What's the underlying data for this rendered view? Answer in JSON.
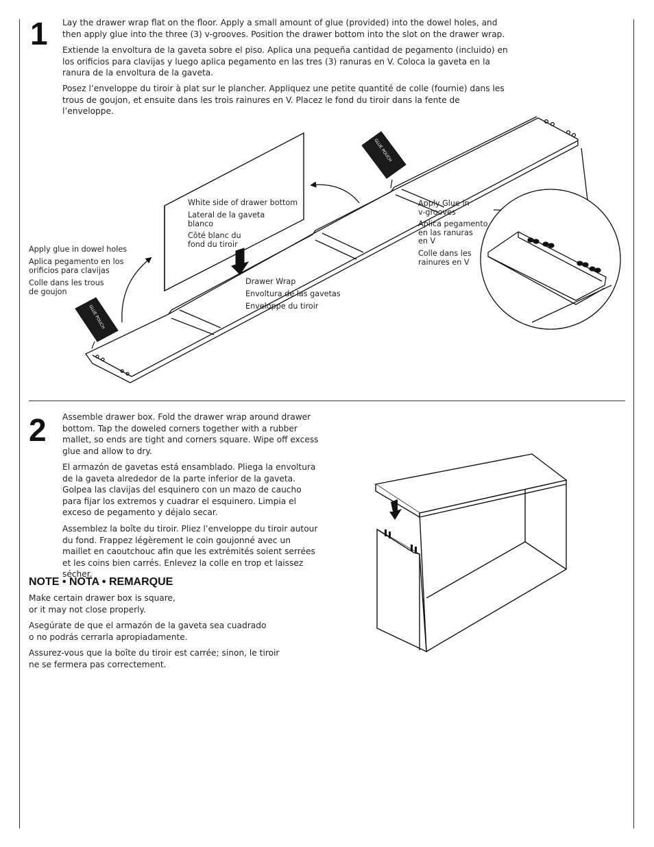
{
  "step1": {
    "number": "1",
    "text_en": "Lay the drawer wrap flat on the floor. Apply a small amount of glue (provided) into the dowel holes, and then apply glue into the three (3) v-grooves. Position the drawer bottom into the slot on the drawer wrap.",
    "text_es": "Extiende la envoltura de la gaveta sobre el piso. Aplica una pequeña cantidad de pegamento (incluido) en los orificios para clavijas y luego aplica pegamento en las tres (3) ranuras en V. Coloca la gaveta en la ranura de la envoltura de la gaveta.",
    "text_fr": "Posez l’enveloppe du tiroir à plat sur le plancher. Appliquez une petite quantité de colle (fournie) dans les trous de goujon, et ensuite dans les trois rainures en V. Placez le fond du tiroir dans la fente de l’enveloppe.",
    "labels": {
      "white_side_en": "White side of drawer bottom",
      "white_side_es": "Lateral de la gaveta\nblanco",
      "white_side_fr": "Côté blanc du\nfond du tiroir",
      "dowel_en": "Apply glue in dowel holes",
      "dowel_es": "Aplica pegamento en los\norificios para clavijas",
      "dowel_fr": "Colle dans les trous\nde goujon",
      "wrap_en": "Drawer Wrap",
      "wrap_es": "Envoltura de las gavetas",
      "wrap_fr": "Enveloppe du tiroir",
      "vgroove_en": "Apply Glue in\nv-grooves",
      "vgroove_es": "Aplica pegamento\nen las ranuras\nen V",
      "vgroove_fr": "Colle dans les\nrainures en V",
      "glue_pouch": "GLUE POUCH"
    }
  },
  "step2": {
    "number": "2",
    "text_en": "Assemble drawer box. Fold the drawer wrap around drawer bottom. Tap the doweled corners together with a rubber mallet, so ends are tight and corners square. Wipe off excess glue and allow to dry.",
    "text_es": "El armazón de gavetas está ensamblado. Pliega la envoltura de la gaveta alrededor de la parte inferior de la gaveta. Golpea las clavijas del esquinero con un mazo de caucho para fijar los extremos y cuadrar el esquinero. Limpia el exceso de pegamento y déjalo secar.",
    "text_fr": "Assemblez la boîte du tiroir. Pliez l’enveloppe du tiroir autour du fond. Frappez légèrement le coin goujonné avec un maillet en caoutchouc afin que les extrémités soient serrées et les coins bien carrés. Enlevez la colle en trop et laissez sécher."
  },
  "note": {
    "title": "NOTE • NOTA • REMARQUE",
    "en": "Make certain drawer box is square,\nor it may not close properly.",
    "es": "Asegúrate de que el armazón de la gaveta sea cuadrado\no no podrás cerrarla apropiadamente.",
    "fr": "Assurez-vous que la boîte du tiroir est carrée; sinon, le tiroir\nne se fermera pas correctement."
  }
}
